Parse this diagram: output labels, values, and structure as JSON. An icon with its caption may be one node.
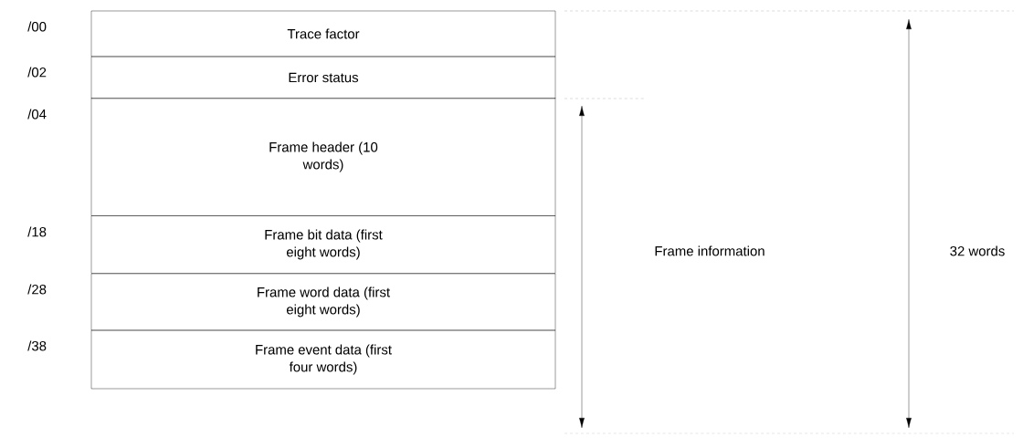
{
  "diagram": {
    "nodes": [
      {
        "text": [
          "Trace factor"
        ],
        "beside": [
          "/00"
        ]
      },
      {
        "text": [
          "Error status"
        ],
        "beside": [
          "/02"
        ]
      },
      {
        "text": [
          "Frame header (10 words)"
        ],
        "beside": [
          "/04"
        ]
      },
      {
        "text": [
          "Frame bit data (first eight words)"
        ],
        "beside": [
          "/18"
        ]
      },
      {
        "text": [
          "Frame word data (first eight words)"
        ],
        "beside": [
          "/28"
        ]
      },
      {
        "text": [
          "Frame event data (first four words)"
        ],
        "beside": [
          "/38"
        ]
      }
    ],
    "labels": [
      "Frame information",
      "32 words"
    ]
  }
}
